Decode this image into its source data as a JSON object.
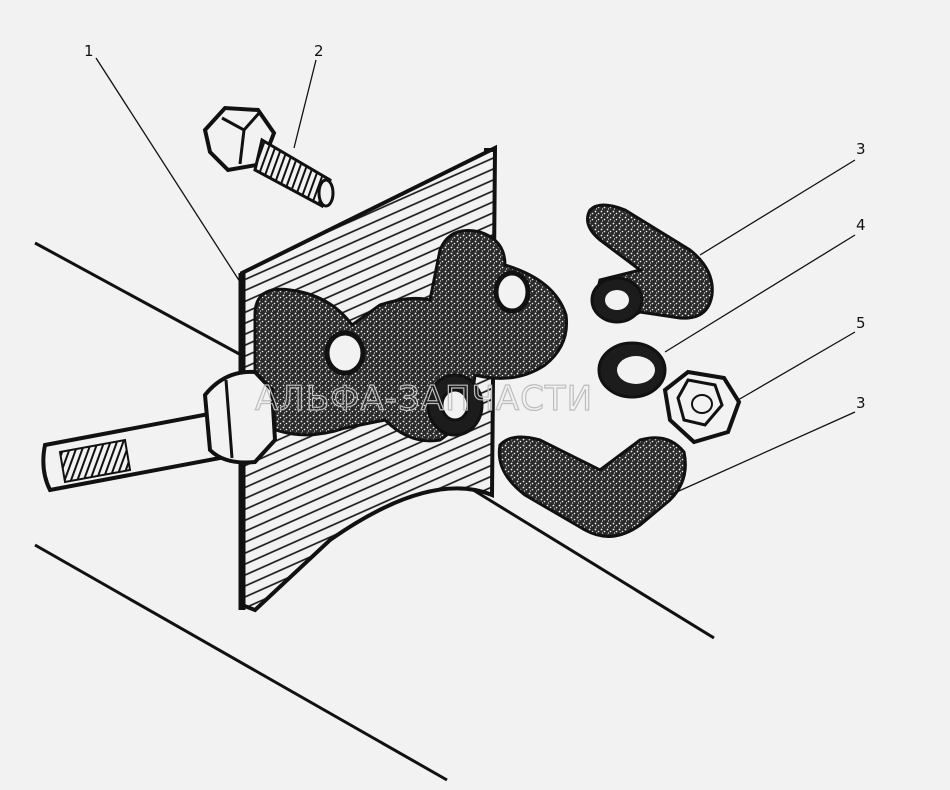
{
  "diagram": {
    "callouts": [
      {
        "id": "1",
        "label": "1"
      },
      {
        "id": "2",
        "label": "2"
      },
      {
        "id": "3a",
        "label": "3"
      },
      {
        "id": "4",
        "label": "4"
      },
      {
        "id": "5",
        "label": "5"
      },
      {
        "id": "3b",
        "label": "3"
      }
    ],
    "watermark": "АЛЬФА-ЗАПЧАСТИ",
    "colors": {
      "background": "#f2f2f2",
      "ink": "#111111",
      "part_fill": "#2b2b2b",
      "watermark": "#bdbdbd"
    }
  }
}
